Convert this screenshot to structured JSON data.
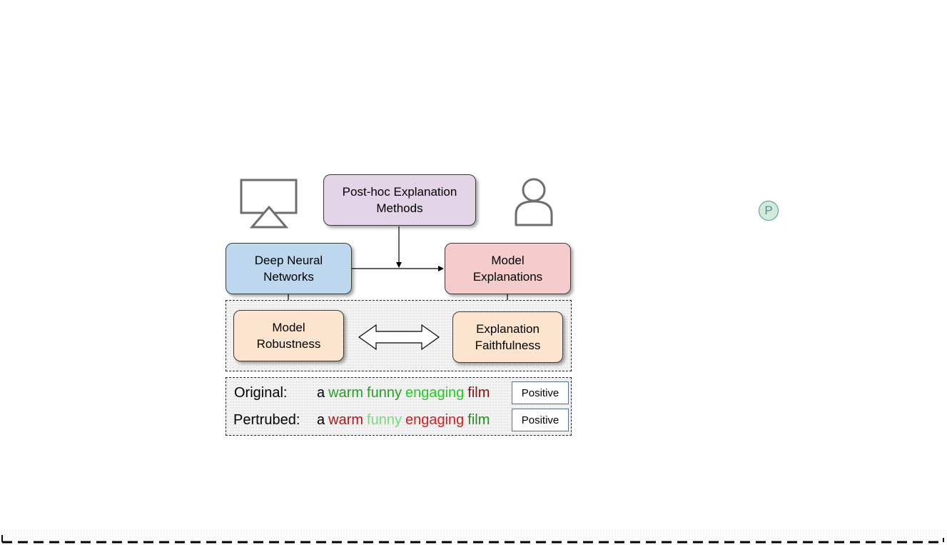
{
  "nodes": {
    "posthoc": {
      "line1": "Post-hoc Explanation",
      "line2": "Methods",
      "fill": "#e3d4e8"
    },
    "dnn": {
      "line1": "Deep Neural",
      "line2": "Networks",
      "fill": "#bdd7ee"
    },
    "model_explanations": {
      "line1": "Model",
      "line2": "Explanations",
      "fill": "#f6cbcb"
    },
    "robustness": {
      "line1": "Model",
      "line2": "Robustness",
      "fill": "#fce4cf"
    },
    "faithfulness": {
      "line1": "Explanation",
      "line2": "Faithfulness",
      "fill": "#fce4cf"
    }
  },
  "example": {
    "original": {
      "label": "Original:",
      "words": [
        {
          "text": "a",
          "color": "#000000"
        },
        {
          "text": "warm",
          "color": "#22a022"
        },
        {
          "text": "funny",
          "color": "#22a022"
        },
        {
          "text": "engaging",
          "color": "#1fcf1f"
        },
        {
          "text": "film",
          "color": "#8b1010"
        }
      ],
      "prediction": "Positive"
    },
    "perturbed": {
      "label": "Pertrubed:",
      "words": [
        {
          "text": "a",
          "color": "#000000"
        },
        {
          "text": "warm",
          "color": "#b31515"
        },
        {
          "text": "funny",
          "color": "#7ad97a"
        },
        {
          "text": "engaging",
          "color": "#d02020"
        },
        {
          "text": "film",
          "color": "#1f8f1f"
        }
      ],
      "prediction": "Positive"
    }
  },
  "badge": {
    "letter": "P"
  },
  "colors": {
    "icon_gray": "#6e6e6e",
    "arrow": "#000000",
    "prediction_border": "#4f6f95"
  },
  "icons": {
    "model": "monitor-icon",
    "human": "person-icon"
  }
}
